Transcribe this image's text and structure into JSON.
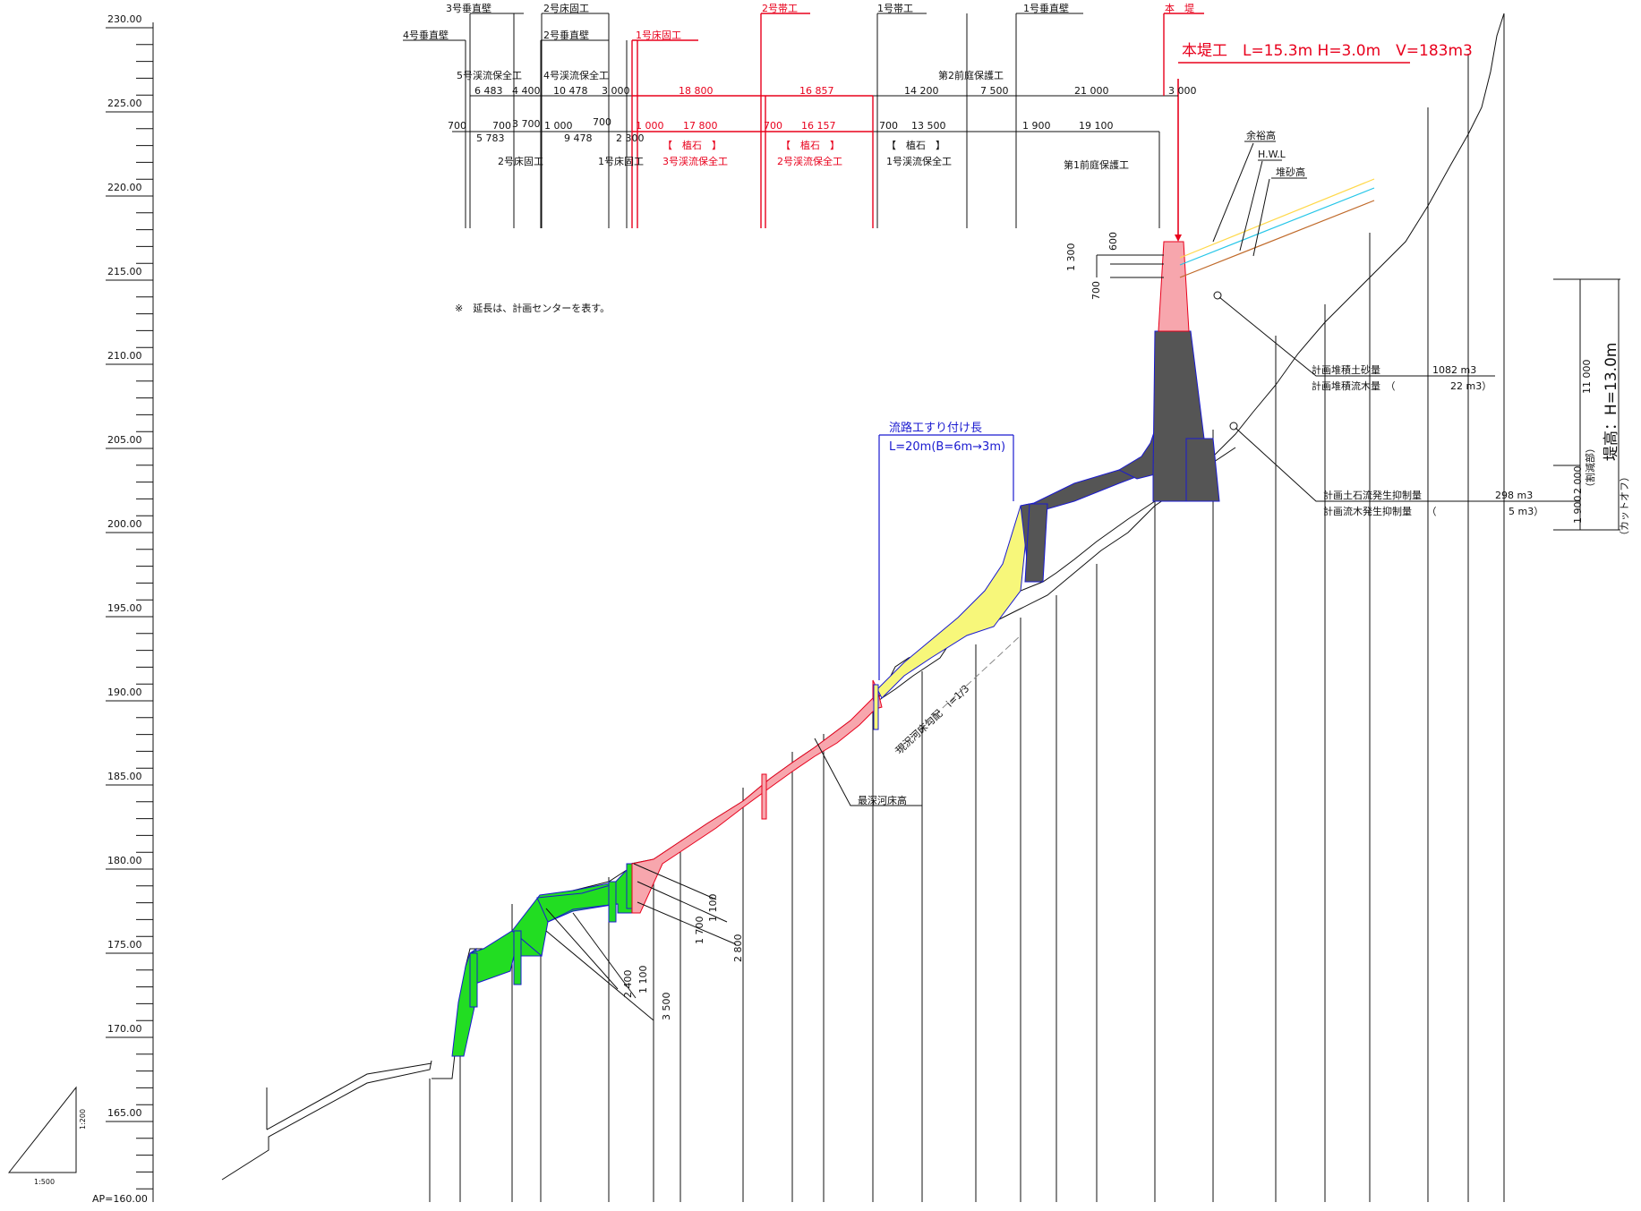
{
  "scale_axis": {
    "levels": [
      "230.00",
      "225.00",
      "220.00",
      "215.00",
      "210.00",
      "205.00",
      "200.00",
      "195.00",
      "190.00",
      "185.00",
      "180.00",
      "175.00",
      "170.00",
      "165.00"
    ],
    "base_label": "AP=160.00",
    "ratio_vertical": "1:200",
    "ratio_horizontal": "1:500"
  },
  "structure_labels": {
    "no3_wall": "3号垂直壁",
    "no2_sill_top": "2号床固工",
    "no2_belt_red": "2号帯工",
    "no1_belt": "1号帯工",
    "no1_wall": "1号垂直壁",
    "main_dam": "本　堤",
    "no4_wall": "4号垂直壁",
    "no2_wall": "2号垂直壁",
    "no1_sill_red": "1号床固工",
    "no5_bank": "5号渓流保全工",
    "no4_bank": "4号渓流保全工",
    "no2_apron": "第2前庭保護工",
    "main_dam_spec": "本堤工　L=15.3m H=3.0m　V=183m3"
  },
  "dimensions_upper": {
    "row1": [
      "6 483",
      "4 400",
      "10 478",
      "3 000",
      "18 800",
      "16 857",
      "14 200",
      "7 500",
      "21 000",
      "3 000"
    ],
    "row2_black": [
      "700",
      "5 783",
      "700",
      "3 700",
      "1 000",
      "9 478",
      "700",
      "2 300",
      "700",
      "13 500",
      "1 900",
      "19 100"
    ],
    "row2_red": [
      "1 000",
      "17 800",
      "700",
      "16 157"
    ]
  },
  "lower_labels": {
    "no2_sill": "2号床固工",
    "no1_sill": "1号床固工",
    "stone_red": "【　植石　】",
    "stone_black": "【　植石　】",
    "no3_bank_red": "3号渓流保全工",
    "no2_bank_red": "2号渓流保全工",
    "no1_bank": "1号渓流保全工",
    "no1_apron": "第1前庭保護工"
  },
  "note": "※　延長は、計画センターを表す。",
  "dam_crest_dims": [
    "600",
    "1 300",
    "700"
  ],
  "water_levels": [
    "余裕高",
    "H.W.L",
    "堆砂高"
  ],
  "volumes": {
    "sediment_label": "計画堆積土砂量",
    "sediment_value": "1082 m3",
    "wood_label": "計画堆積流木量　（",
    "wood_value": "22 m3）",
    "debris_label": "計画土石流発生抑制量",
    "debris_value": "298 m3",
    "debris_wood_label": "計画流木発生抑制量　　（",
    "debris_wood_value": "5 m3）"
  },
  "right_dims": {
    "top": "11 000",
    "mid": "2 000",
    "mid_note": "（割減部）",
    "bottom": "1 900",
    "bottom_note": "（カットオフ）",
    "height": "堤高：H=13.0m"
  },
  "channel": {
    "title": "流路工すり付け長",
    "spec": "L=20m(B=6m→3m)"
  },
  "slope_label": "現況河床勾配　i=1/3",
  "thalweg_label": "最深河床高",
  "lower_dims_a": [
    "2 400",
    "1 100",
    "3 500"
  ],
  "lower_dims_b": [
    "1 700",
    "1 100",
    "2 800"
  ],
  "colors": {
    "red": "#e8001c",
    "blue": "#1a1ad0",
    "pink": "#f7a6ad",
    "green": "#22dd22",
    "yellow": "#f7f77a",
    "gray": "#555555"
  }
}
